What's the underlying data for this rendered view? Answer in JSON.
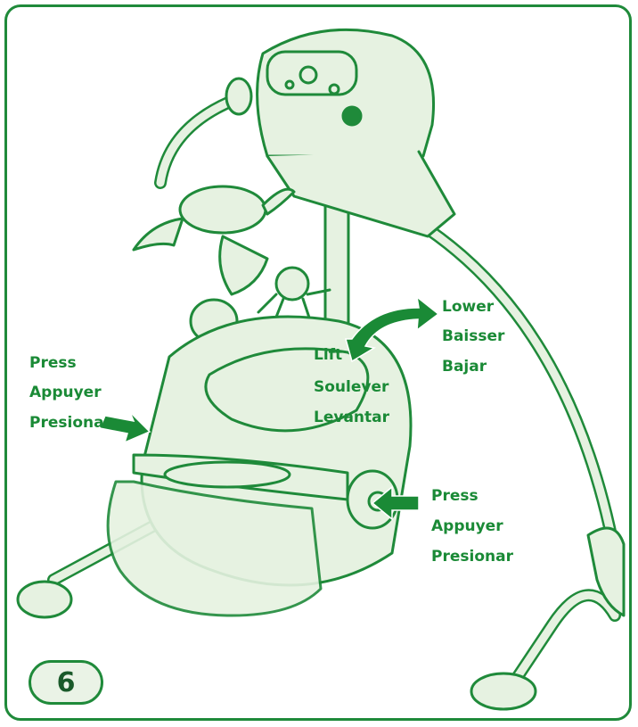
{
  "labels": {
    "press_left": [
      "Press",
      "Appuyer",
      "Presionar"
    ],
    "lift": [
      "Lift",
      "Soulever",
      "Levantar"
    ],
    "lower": [
      "Lower",
      "Baisser",
      "Bajar"
    ],
    "press_right": [
      "Press",
      "Appuyer",
      "Presionar"
    ]
  },
  "step_number": "6",
  "colors": {
    "line": "#1f8a3a",
    "fill": "#e6f2e1",
    "arrow": "#1a8a36"
  }
}
